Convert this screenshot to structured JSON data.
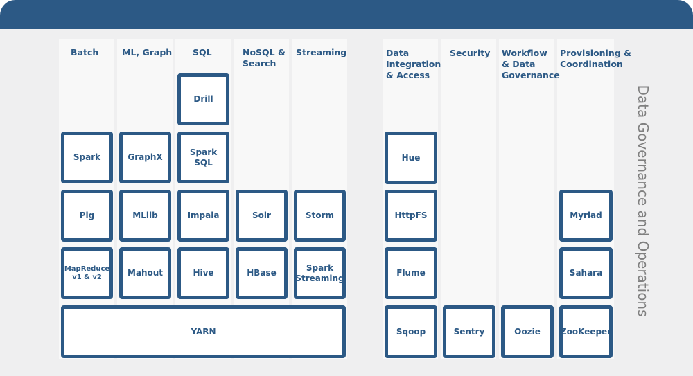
{
  "headers": {
    "batch": "Batch",
    "ml_graph": "ML, Graph",
    "sql": "SQL",
    "nosql": "NoSQL &\nSearch",
    "streaming": "Streaming",
    "data_integration": "Data\nIntegration\n& Access",
    "security": "Security",
    "workflow": "Workflow\n& Data\nGovernance",
    "provisioning": "Provisioning &\nCoordination"
  },
  "components": {
    "drill": "Drill",
    "spark": "Spark",
    "graphx": "GraphX",
    "spark_sql": "Spark SQL",
    "pig": "Pig",
    "mllib": "MLlib",
    "impala": "Impala",
    "solr": "Solr",
    "storm": "Storm",
    "mapreduce": "MapReduce\nv1 & v2",
    "mahout": "Mahout",
    "hive": "Hive",
    "hbase": "HBase",
    "spark_streaming": "Spark\nStreaming",
    "yarn": "YARN",
    "hue": "Hue",
    "httpfs": "HttpFS",
    "flume": "Flume",
    "sqoop": "Sqoop",
    "sentry": "Sentry",
    "oozie": "Oozie",
    "myriad": "Myriad",
    "sahara": "Sahara",
    "zookeeper": "ZooKeeper"
  },
  "side_label": "Data Governance and Operations",
  "colors": {
    "brand": "#2c5985",
    "panel": "#efeff0",
    "column": "#f8f8f8",
    "side_text": "#7f7f7f"
  }
}
